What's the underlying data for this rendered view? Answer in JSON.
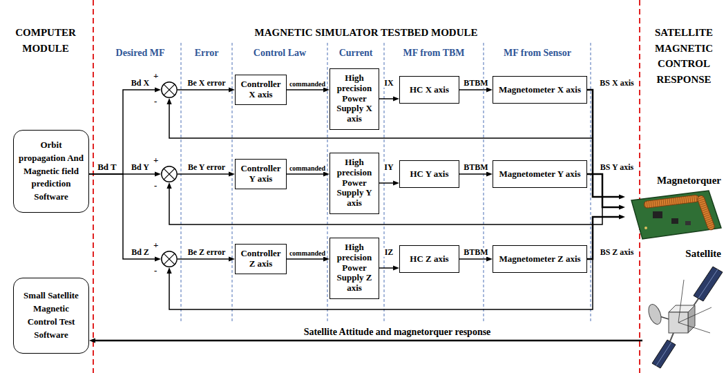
{
  "diagram": {
    "nodes": [
      {
        "text": [
          "Orbit propagation And Magnetic field prediction Software"
        ]
      },
      {
        "text": [
          "+",
          "-"
        ]
      },
      {
        "text": [
          "Controller X axis"
        ]
      },
      {
        "text": [
          "High precision Power Supply X axis"
        ]
      },
      {
        "text": [
          "HC X axis"
        ]
      },
      {
        "text": [
          "Magnetometer X axis"
        ]
      },
      {
        "text": [
          "Magnetorquer"
        ]
      },
      {
        "text": [
          "+",
          "-"
        ]
      },
      {
        "text": [
          "Controller Y axis"
        ]
      },
      {
        "text": [
          "High precision Power Supply Y axis"
        ]
      },
      {
        "text": [
          "HC Y axis"
        ]
      },
      {
        "text": [
          "Magnetometer Y axis"
        ]
      },
      {
        "text": [
          "+",
          "-"
        ]
      },
      {
        "text": [
          "Controller Z axis"
        ]
      },
      {
        "text": [
          "High precision Power Supply Z axis"
        ]
      },
      {
        "text": [
          "HC Z axis"
        ]
      },
      {
        "text": [
          "Magnetometer Z axis"
        ]
      },
      {
        "text": [
          "Satellite"
        ]
      },
      {
        "text": [
          "Small Satellite Magnetic Control Test Software"
        ]
      }
    ],
    "edges": [
      {
        "from": 0,
        "to": 1,
        "label": "Bd X",
        "arrow": "to"
      },
      {
        "from": 0,
        "to": 7,
        "label": "Bd Y",
        "arrow": "to"
      },
      {
        "from": 0,
        "to": 12,
        "label": "Bd Z",
        "arrow": "to"
      },
      {
        "from": 1,
        "to": 2,
        "label": "Be X error",
        "arrow": "to"
      },
      {
        "from": 2,
        "to": 3,
        "label": "commanded",
        "arrow": "to"
      },
      {
        "from": 3,
        "to": 4,
        "label": "IX",
        "arrow": "to"
      },
      {
        "from": 4,
        "to": 5,
        "label": "BTBM",
        "arrow": "to"
      },
      {
        "from": 5,
        "to": 1,
        "arrow": "to"
      },
      {
        "from": 5,
        "to": 6,
        "label": "BS X axis",
        "arrow": "to"
      },
      {
        "from": 7,
        "to": 8,
        "label": "Be Y error",
        "arrow": "to"
      },
      {
        "from": 8,
        "to": 9,
        "label": "commanded",
        "arrow": "to"
      },
      {
        "from": 9,
        "to": 10,
        "label": "IY",
        "arrow": "to"
      },
      {
        "from": 10,
        "to": 11,
        "label": "BTBM",
        "arrow": "to"
      },
      {
        "from": 11,
        "to": 7,
        "arrow": "to"
      },
      {
        "from": 11,
        "to": 6,
        "label": "BS Y axis",
        "arrow": "to"
      },
      {
        "from": 12,
        "to": 13,
        "label": "Be Z error",
        "arrow": "to"
      },
      {
        "from": 13,
        "to": 14,
        "label": "commanded",
        "arrow": "to"
      },
      {
        "from": 14,
        "to": 15,
        "label": "IZ",
        "arrow": "to"
      },
      {
        "from": 15,
        "to": 16,
        "label": "BTBM",
        "arrow": "to"
      },
      {
        "from": 16,
        "to": 12,
        "arrow": "to"
      },
      {
        "from": 16,
        "to": 6,
        "label": "BS Z axis",
        "arrow": "to"
      },
      {
        "from": 17,
        "to": 18,
        "label": "Satellite Attitude and magnetorquer response",
        "arrow": "to"
      }
    ],
    "labels": [
      "COMPUTER MODULE",
      "MAGNETIC SIMULATOR TESTBED MODULE",
      "SATELLITE MAGNETIC CONTROL RESPONSE",
      "Desired MF",
      "Error",
      "Control Law",
      "Current",
      "MF from TBM",
      "MF from Sensor",
      "Bd T"
    ]
  }
}
